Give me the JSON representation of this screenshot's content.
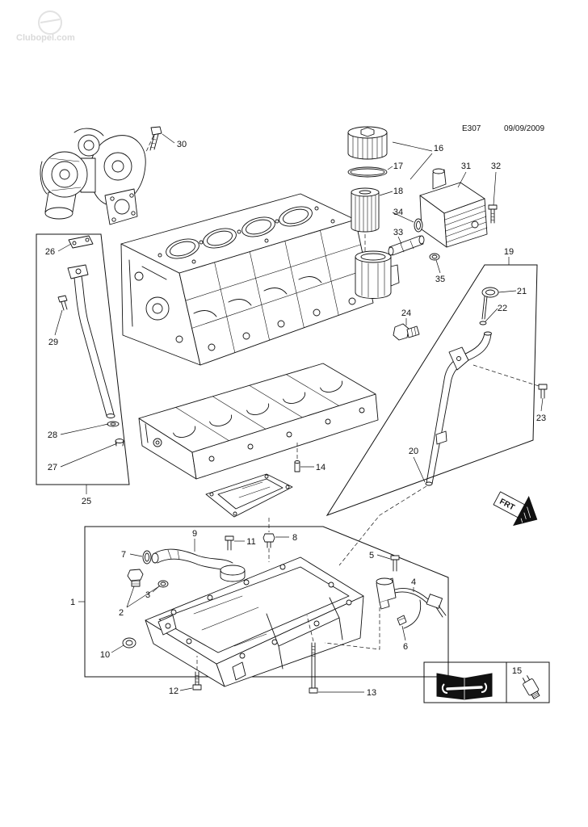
{
  "header": {
    "diagram_code": "E307",
    "date": "09/09/2009"
  },
  "watermark": "Clubopel.com",
  "orientation_arrow": "FRT",
  "callouts": {
    "c1": "1",
    "c2": "2",
    "c3": "3",
    "c4": "4",
    "c5": "5",
    "c6": "6",
    "c7": "7",
    "c8": "8",
    "c9": "9",
    "c10": "10",
    "c11": "11",
    "c12": "12",
    "c13": "13",
    "c14": "14",
    "c15": "15",
    "c16": "16",
    "c17": "17",
    "c18": "18",
    "c19": "19",
    "c20": "20",
    "c21": "21",
    "c22": "22",
    "c23": "23",
    "c24": "24",
    "c25": "25",
    "c26": "26",
    "c27": "27",
    "c28": "28",
    "c29": "29",
    "c30": "30",
    "c31": "31",
    "c32": "32",
    "c33": "33",
    "c34": "34",
    "c35": "35"
  }
}
